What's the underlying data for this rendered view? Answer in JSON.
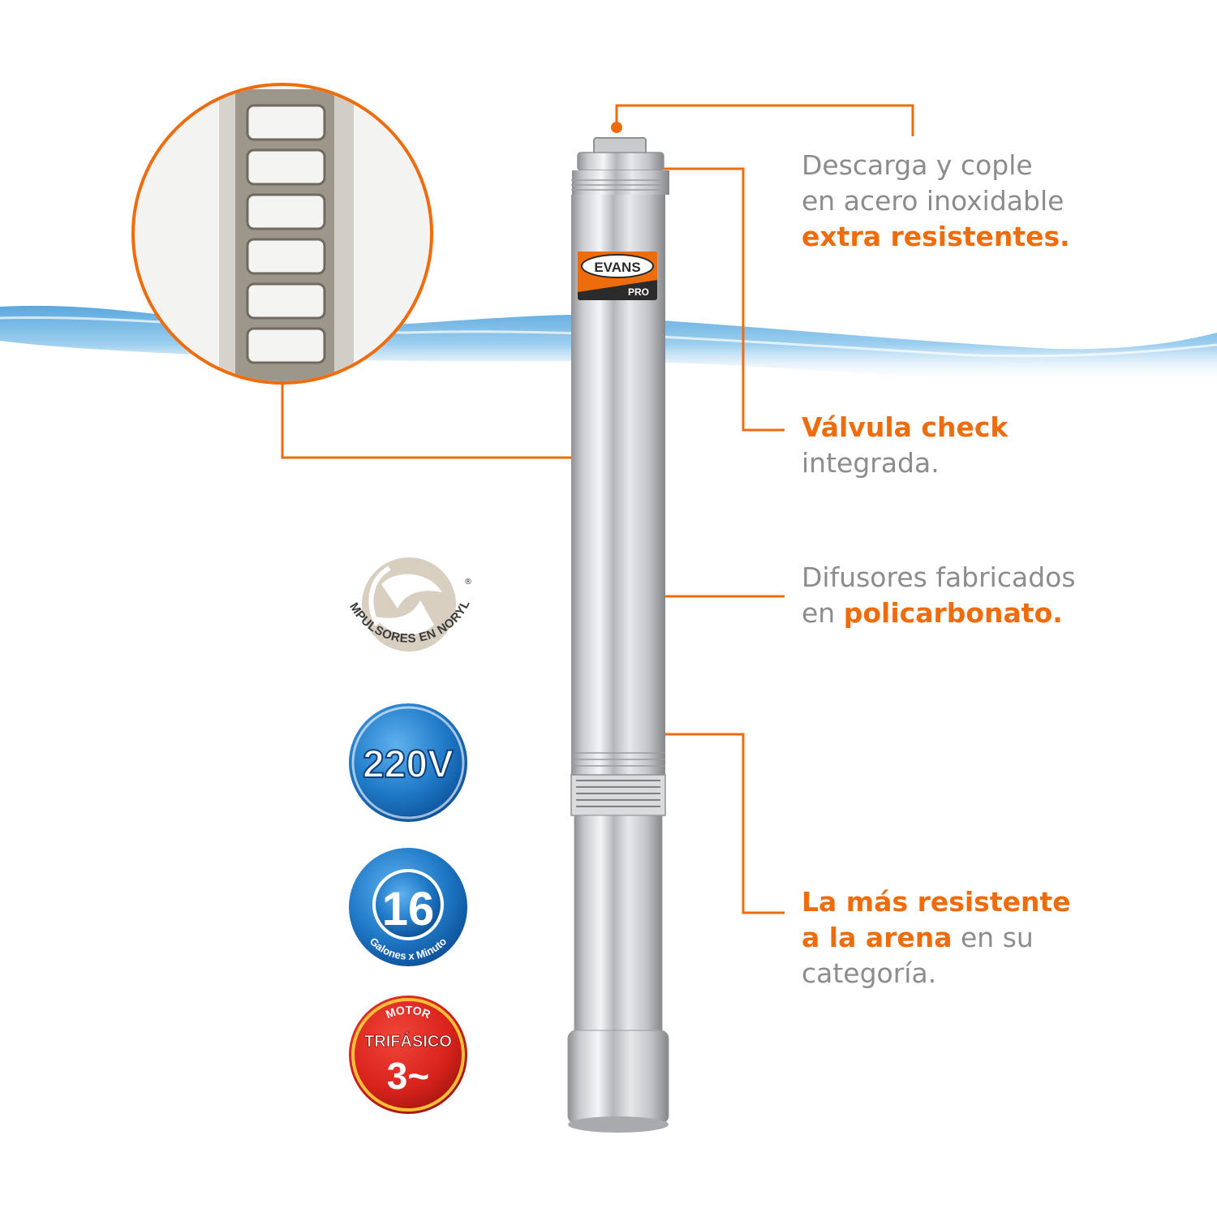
{
  "brand": {
    "logo_text": "EVANS",
    "logo_sub": "PRO"
  },
  "features": [
    {
      "line1": "Descarga y cople",
      "line2": "en acero inoxidable",
      "line3": "extra resistentes."
    },
    {
      "line1": "Válvula check",
      "line2": "integrada."
    },
    {
      "line1": "Difusores fabricados",
      "line2_prefix": "en ",
      "line2_highlight": "policarbonato."
    },
    {
      "line1": "La más resistente",
      "line2_highlight": "a la arena",
      "line2_suffix": " en su",
      "line3": "categoría."
    }
  ],
  "badges": {
    "noryl": {
      "text": "IMPULSORES EN NORYL",
      "mark": "®"
    },
    "voltage": {
      "text": "220V"
    },
    "flow": {
      "number": "16",
      "unit": "Galones x Minuto"
    },
    "motor": {
      "top": "MOTOR",
      "middle": "TRIFÁSICO",
      "bottom": "3~"
    }
  },
  "colors": {
    "accent": "#ef6c0d",
    "text_gray": "#8c8c8c",
    "badge_blue": "#1f79c7",
    "badge_red": "#d8221b",
    "noryl_beige": "#d9cfc1"
  }
}
